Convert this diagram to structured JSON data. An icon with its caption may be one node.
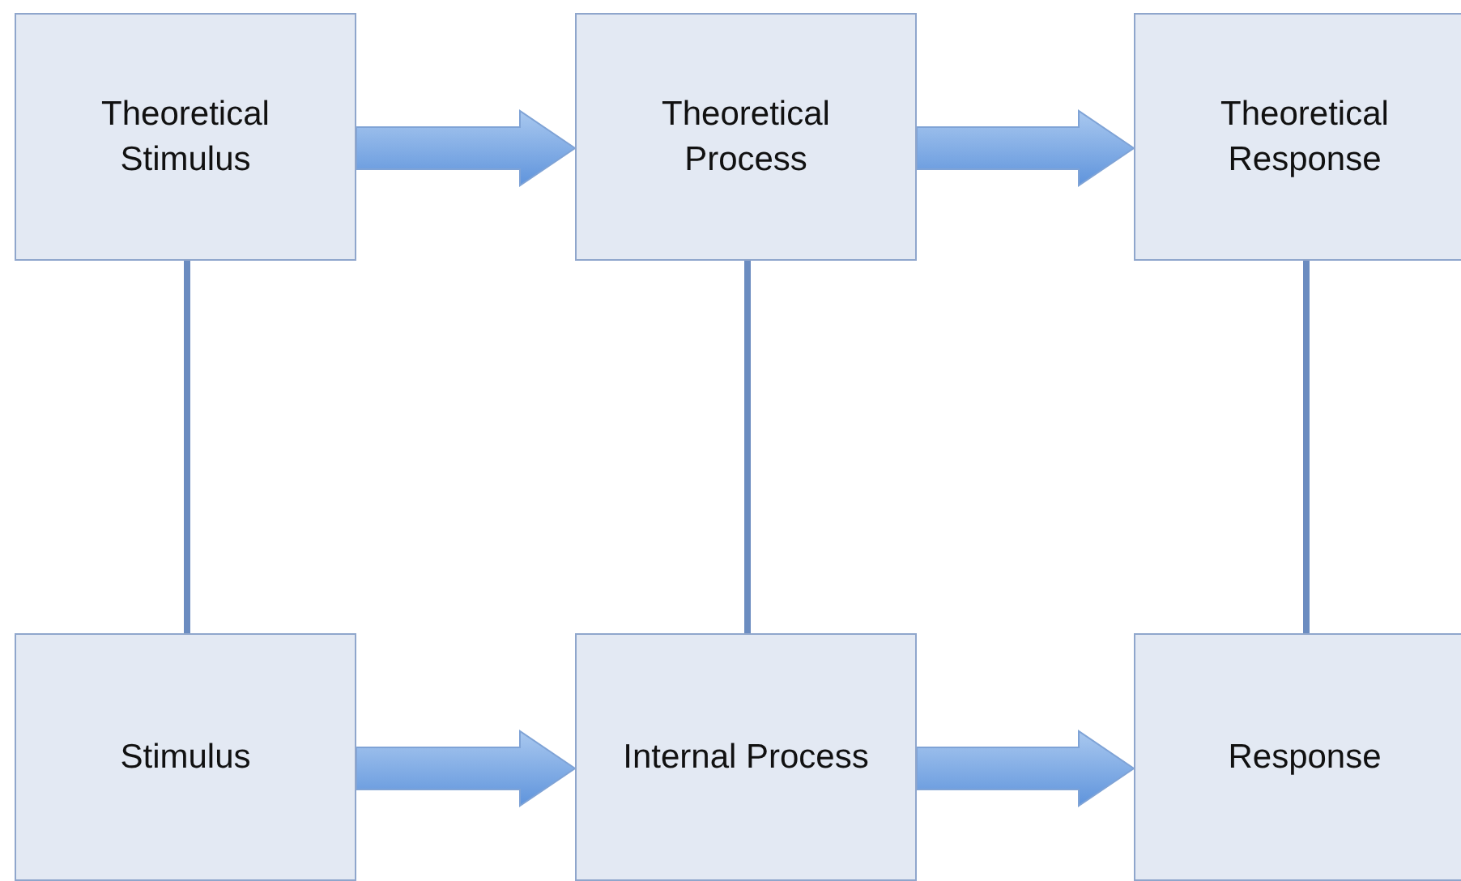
{
  "diagram": {
    "nodes": [
      {
        "text": [
          "Theoretical Stimulus"
        ]
      },
      {
        "text": [
          "Theoretical Process"
        ]
      },
      {
        "text": [
          "Theoretical Response"
        ]
      },
      {
        "text": [
          "Stimulus"
        ]
      },
      {
        "text": [
          "Internal Process"
        ]
      },
      {
        "text": [
          "Response"
        ]
      }
    ],
    "edges": [
      {
        "from": 0,
        "to": 1,
        "arrow": "to",
        "style": "thick"
      },
      {
        "from": 1,
        "to": 2,
        "arrow": "to",
        "style": "thick"
      },
      {
        "from": 3,
        "to": 4,
        "arrow": "to",
        "style": "thick"
      },
      {
        "from": 4,
        "to": 5,
        "arrow": "to",
        "style": "thick"
      },
      {
        "from": 0,
        "to": 3,
        "arrow": "none"
      },
      {
        "from": 1,
        "to": 4,
        "arrow": "none"
      },
      {
        "from": 2,
        "to": 5,
        "arrow": "none"
      }
    ]
  }
}
